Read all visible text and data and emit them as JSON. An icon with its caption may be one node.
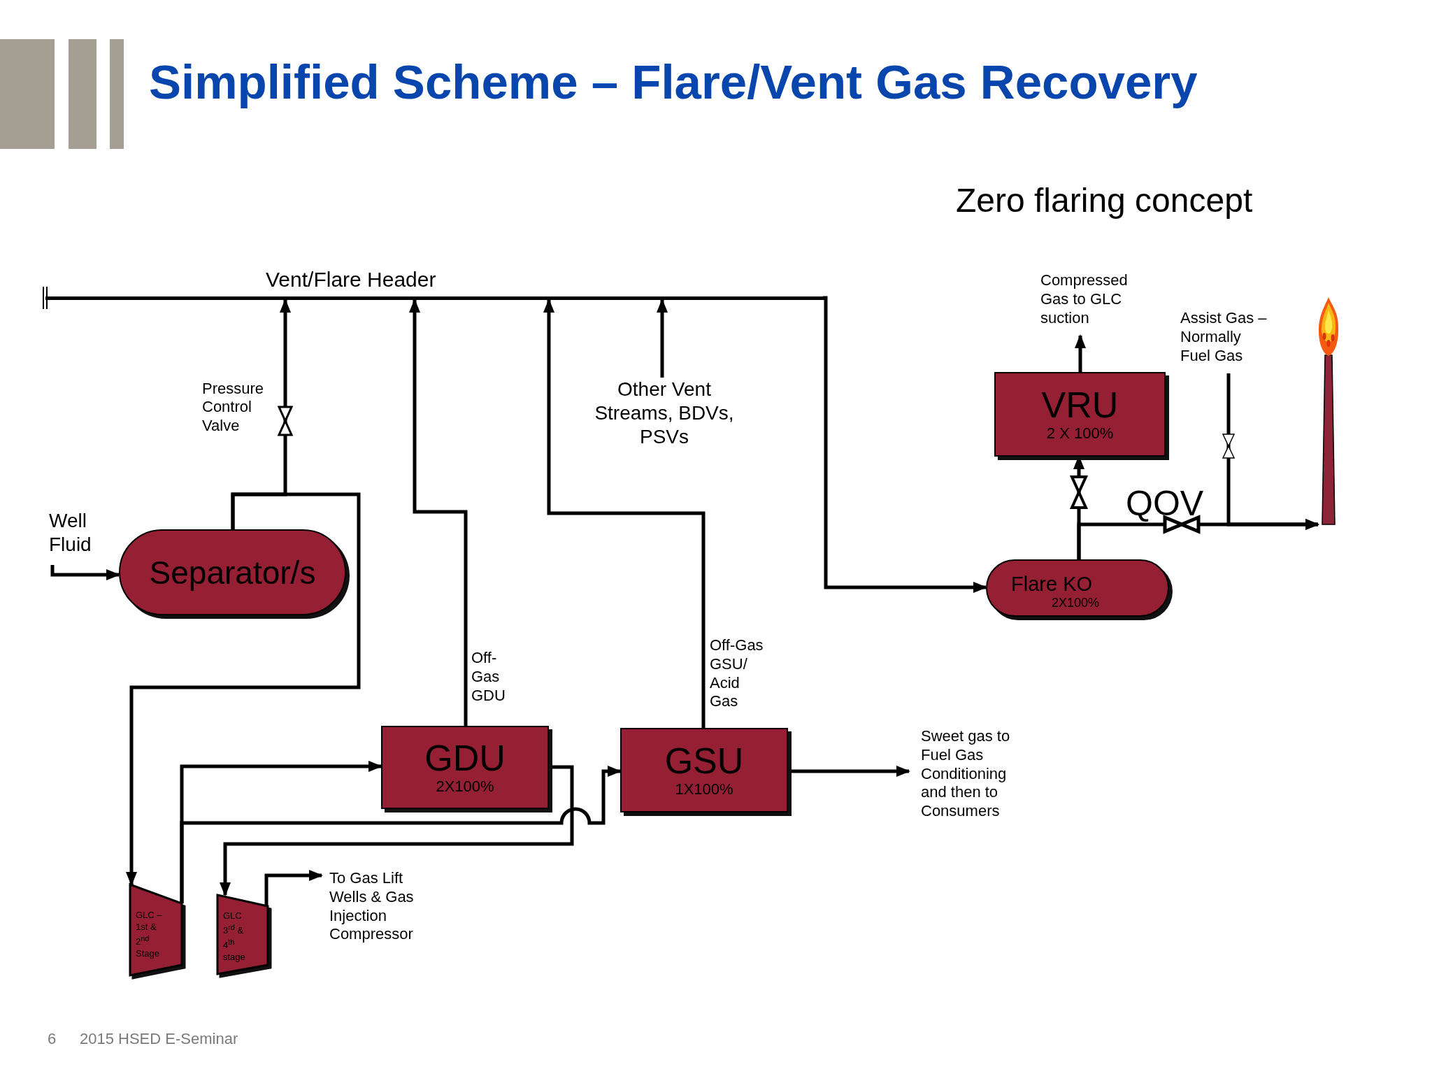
{
  "diagram": {
    "title": "Simplified Scheme – Flare/Vent Gas Recovery",
    "nodes": [
      {
        "text": [
          "Compressed Gas to GLC suction"
        ]
      },
      {
        "text": [
          "Vent/Flare Header"
        ]
      },
      {
        "text": [
          "Assist Gas – Normally Fuel Gas"
        ]
      },
      {
        "text": [],
        "shape": "picture"
      },
      {
        "text": [
          "Other Vent Streams, BDVs, PSVs"
        ]
      },
      {
        "text": [
          "VRU",
          "2 X 100%"
        ]
      },
      {
        "text": [
          "Well Fluid"
        ]
      },
      {
        "text": [
          "Separator/s"
        ]
      },
      {
        "text": [
          "Flare KO",
          "2X100%"
        ]
      },
      {
        "text": [
          "GDU",
          "2X100%"
        ]
      },
      {
        "text": [
          "GSU",
          "1X100%"
        ]
      },
      {
        "text": [
          "Sweet gas to Fuel Gas Conditioning and then to Consumers"
        ]
      },
      {
        "text": [
          "GLC – 1st & 2$^{nd}$ Stage"
        ]
      },
      {
        "text": [
          "GLC 3$^{rd}$ & 4$^{th}$ stage"
        ]
      },
      {
        "text": [
          "To Gas Lift Wells & Gas Injection Compressor"
        ]
      }
    ],
    "edges": [
      {
        "from": 6,
        "to": 7,
        "arrow": "to"
      },
      {
        "from": 7,
        "to": 1,
        "arrow": "to"
      },
      {
        "from": 7,
        "to": 12,
        "arrow": "to"
      },
      {
        "from": 9,
        "to": 1,
        "arrow": "to",
        "label": "Off- Gas GDU"
      },
      {
        "from": 10,
        "to": 1,
        "arrow": "to",
        "label": "Off-Gas GSU/ Acid Gas"
      },
      {
        "from": 4,
        "to": 1,
        "arrow": "to"
      },
      {
        "from": 1,
        "to": 8,
        "arrow": "to"
      },
      {
        "from": 8,
        "to": 5,
        "arrow": "to"
      },
      {
        "from": 8,
        "to": 3,
        "arrow": "to"
      },
      {
        "from": 2,
        "to": 3,
        "arrow": "to"
      },
      {
        "from": 5,
        "to": 0,
        "arrow": "to"
      },
      {
        "from": 12,
        "to": 9,
        "arrow": "to"
      },
      {
        "from": 12,
        "to": 10,
        "arrow": "to"
      },
      {
        "from": 9,
        "to": 13,
        "arrow": "to"
      },
      {
        "from": 13,
        "to": 14,
        "arrow": "to"
      },
      {
        "from": 10,
        "to": 11,
        "arrow": "to"
      }
    ],
    "labels": [
      "Zero flaring concept",
      "Pressure Control Valve",
      "QOV",
      "6",
      "2015 HSED E-Seminar"
    ]
  }
}
